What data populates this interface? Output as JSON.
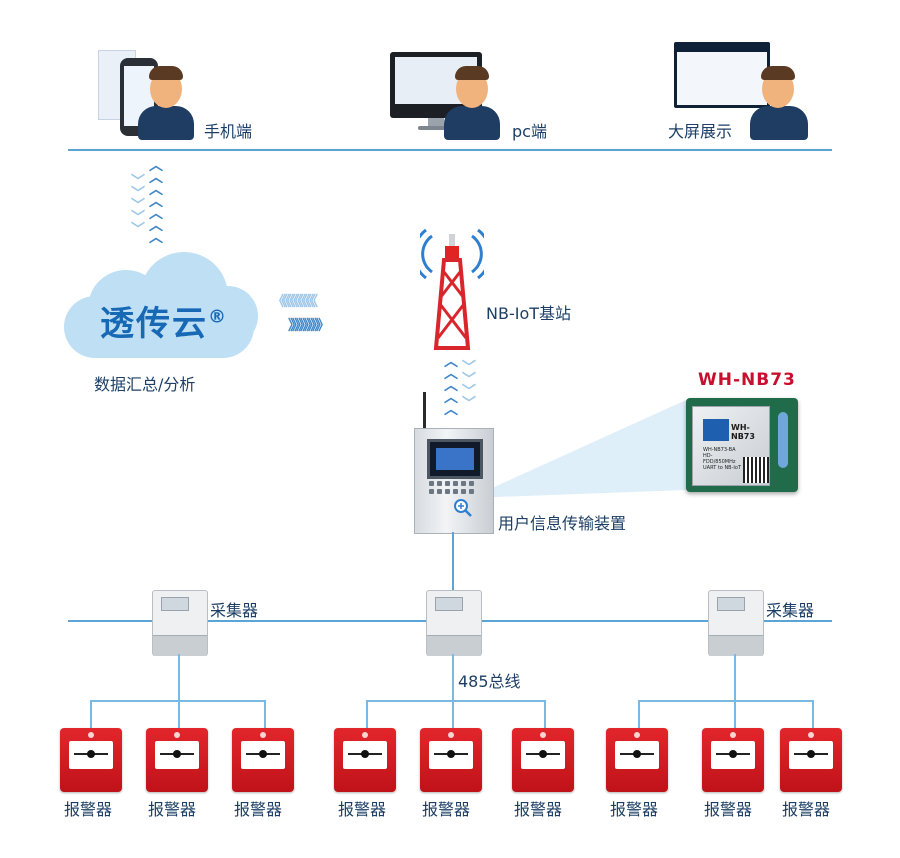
{
  "top": {
    "mobile_label": "手机端",
    "pc_label": "pc端",
    "bigscreen_label": "大屏展示"
  },
  "cloud": {
    "title": "透传云",
    "mark": "®",
    "subtitle": "数据汇总/分析"
  },
  "base_station": {
    "label": "NB-IoT基站"
  },
  "module": {
    "title": "WH-NB73",
    "chip_name": "WH-NB73",
    "chip_spec": [
      "WH-NB73-BA",
      "HD-FDD/850MHz",
      "UART to NB-IoT"
    ]
  },
  "transmission_device": {
    "label": "用户信息传输装置"
  },
  "bus": {
    "collector_left": "采集器",
    "collector_right": "采集器",
    "bus_label": "485总线"
  },
  "alarms": [
    "报警器",
    "报警器",
    "报警器",
    "报警器",
    "报警器",
    "报警器",
    "报警器",
    "报警器",
    "报警器"
  ],
  "colors": {
    "line": "#5aa4d6",
    "title_red": "#c8102e",
    "cloud_blue": "#1769b5",
    "alarm_red": "#d81b22"
  }
}
